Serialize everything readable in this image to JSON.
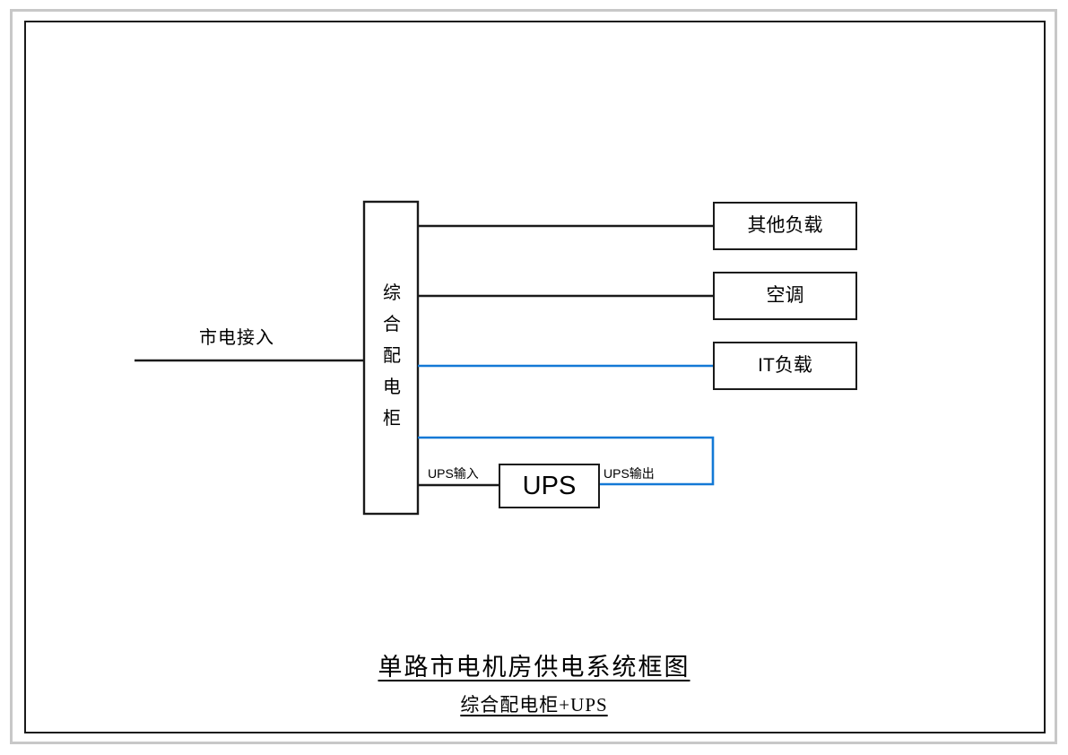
{
  "diagram": {
    "type": "single-line power distribution block diagram",
    "title_main": "单路市电机房供电系统框图",
    "title_sub": "综合配电柜+UPS",
    "colors": {
      "wire_black": "#1a1a1a",
      "wire_blue": "#1379d6",
      "box_stroke": "#1a1a1a",
      "frame_outer": "#c8c8c8",
      "frame_inner": "#1a1a1a",
      "background": "#ffffff"
    },
    "source": {
      "label": "市电接入",
      "wire_color": "#1a1a1a"
    },
    "cabinet": {
      "label": "综合配电柜",
      "chars": [
        "综",
        "合",
        "配",
        "电",
        "柜"
      ]
    },
    "ups": {
      "label": "UPS",
      "input_label": "UPS输入",
      "output_label": "UPS输出",
      "input_wire_color": "#1a1a1a",
      "output_wire_color": "#1379d6"
    },
    "loads": [
      {
        "label": "其他负载",
        "wire_color": "#1a1a1a"
      },
      {
        "label": "空调",
        "wire_color": "#1a1a1a"
      },
      {
        "label": "IT负载",
        "wire_color": "#1379d6"
      }
    ]
  }
}
